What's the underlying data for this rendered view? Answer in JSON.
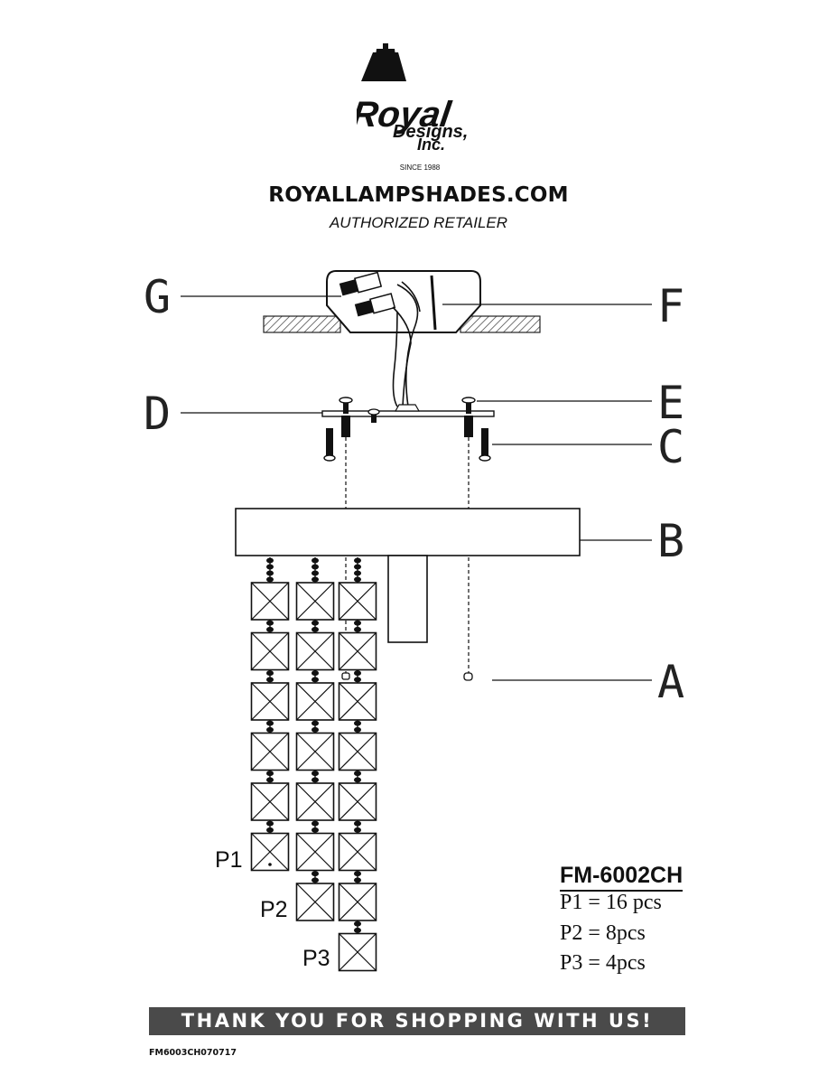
{
  "logo": {
    "brand_line1": "Royal",
    "brand_line2": "Designs,",
    "brand_line3": "Inc.",
    "since": "SINCE 1988"
  },
  "header": {
    "website": "ROYALLAMPSHADES.COM",
    "subtitle": "AUTHORIZED RETAILER"
  },
  "callouts": {
    "g": "G",
    "f": "F",
    "d": "D",
    "e": "E",
    "c": "C",
    "b": "B",
    "a": "A"
  },
  "parts": {
    "p1": "P1",
    "p2": "P2",
    "p3": "P3"
  },
  "spec": {
    "model": "FM-6002CH",
    "p1_count": "P1 = 16 pcs",
    "p2_count": "P2 = 8pcs",
    "p3_count": "P3 = 4pcs"
  },
  "footer": {
    "banner": "THANK YOU FOR SHOPPING  WITH US!",
    "doc_code": "FM6003CH070717"
  },
  "colors": {
    "banner_bg": "#4a4a4a",
    "ink": "#111111"
  }
}
